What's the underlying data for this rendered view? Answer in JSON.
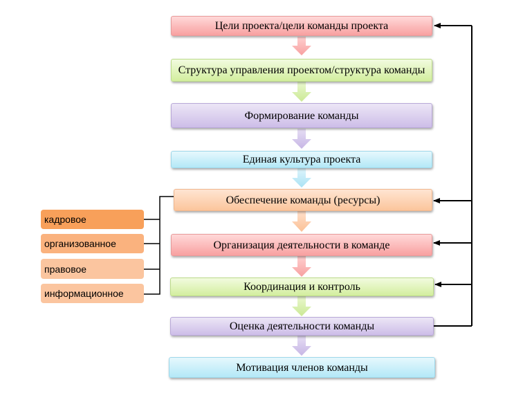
{
  "steps": [
    {
      "label": "Цели проекта/цели команды проекта",
      "color": "red"
    },
    {
      "label": "Структура управления проектом/структура команды",
      "color": "green"
    },
    {
      "label": "Формирование команды",
      "color": "purple"
    },
    {
      "label": "Единая культура  проекта",
      "color": "blue"
    },
    {
      "label": "Обеспечение команды (ресурсы)",
      "color": "orange"
    },
    {
      "label": "Организация деятельности в команде",
      "color": "red"
    },
    {
      "label": "Координация и контроль",
      "color": "green"
    },
    {
      "label": "Оценка деятельности команды",
      "color": "purple"
    },
    {
      "label": "Мотивация членов команды",
      "color": "blue"
    }
  ],
  "resources": [
    "кадровое",
    "организованное",
    "правовое",
    "информационное"
  ],
  "colors": {
    "red": "#f8a0a0",
    "green": "#d3ee9e",
    "purple": "#cdbde8",
    "blue": "#b3e8f7",
    "orange": "#fbc59c",
    "resource_dark": "#f8a05a",
    "resource_mid": "#fab27e",
    "resource_light": "#fbc59f",
    "connector": "#000000"
  }
}
